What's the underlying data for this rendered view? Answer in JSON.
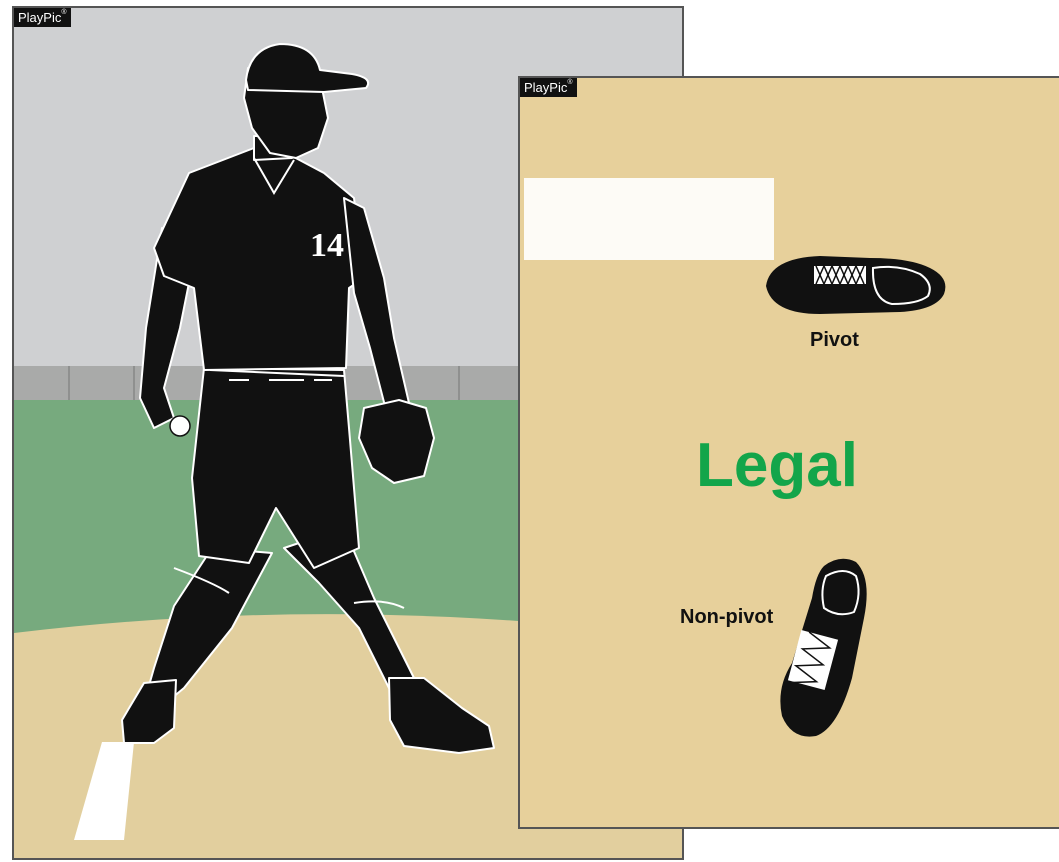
{
  "left_panel": {
    "brand": "PlayPic",
    "brand_mark": "®",
    "jersey_number": "14",
    "colors": {
      "sky": "#cfd0d2",
      "fence": "#a9aaa9",
      "grass": "#77aa7e",
      "dirt": "#e2cf9e",
      "silhouette": "#111111",
      "outline": "#ffffff"
    }
  },
  "right_panel": {
    "brand": "PlayPic",
    "brand_mark": "®",
    "verdict": "Legal",
    "pivot_label": "Pivot",
    "non_pivot_label": "Non-pivot",
    "colors": {
      "background": "#e7d09b",
      "pitcher_plate": "#fdfbf6",
      "verdict": "#13a54a",
      "shoe": "#111111"
    }
  }
}
